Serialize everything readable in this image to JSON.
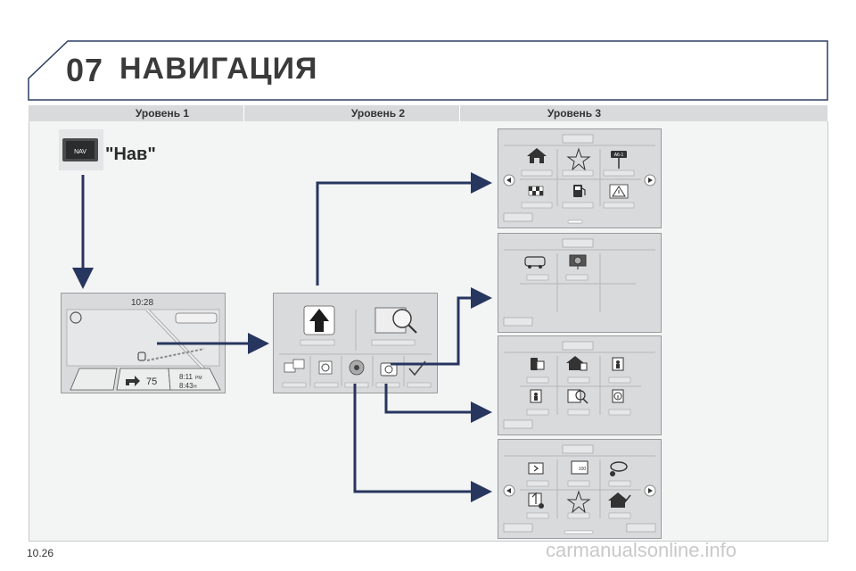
{
  "header": {
    "chapter_number": "07",
    "title": "НАВИГАЦИЯ"
  },
  "columns": [
    {
      "label": "Уровень 1"
    },
    {
      "label": "Уровень 2"
    },
    {
      "label": "Уровень 3"
    }
  ],
  "level1": {
    "nav_key_text": "NAV",
    "nav_label": "\"Нав\"",
    "map_screen": {
      "clock": "10:28",
      "speed_limit": "75",
      "arrival_time": "8:11",
      "arrival_suffix": "PM",
      "remaining_time": "8:43",
      "remaining_suffix": "H"
    }
  },
  "level2": {
    "menu_icons": [
      "navigation-arrow-icon",
      "map-search-icon",
      "route-options-icon",
      "traffic-icon",
      "poi-icon",
      "settings-icon",
      "confirm-icon"
    ]
  },
  "level3": {
    "screen1_icons": [
      "home-icon",
      "star-icon",
      "road-sign-icon",
      "finish-flag-icon",
      "fuel-icon",
      "warning-icon"
    ],
    "road_sign_text": "A6-1",
    "screen2_icons": [
      "cars-icon",
      "traffic-camera-icon"
    ],
    "screen3_icons": [
      "phone-contact-icon",
      "home-contact-icon",
      "person-icon",
      "person-info-icon",
      "search-icon",
      "info-icon"
    ],
    "screen4_icons": [
      "next-instruction-icon",
      "distance-sign-icon",
      "avoid-icon",
      "reroute-icon",
      "star-icon",
      "home-edit-icon"
    ],
    "distance_sign_text": "100"
  },
  "footer": {
    "page_number": "10.26",
    "watermark": "carmanualsonline.info"
  },
  "colors": {
    "arrow": "#27365f",
    "screen_bg": "#d9dadb",
    "header_bg": "#d9dadb"
  }
}
